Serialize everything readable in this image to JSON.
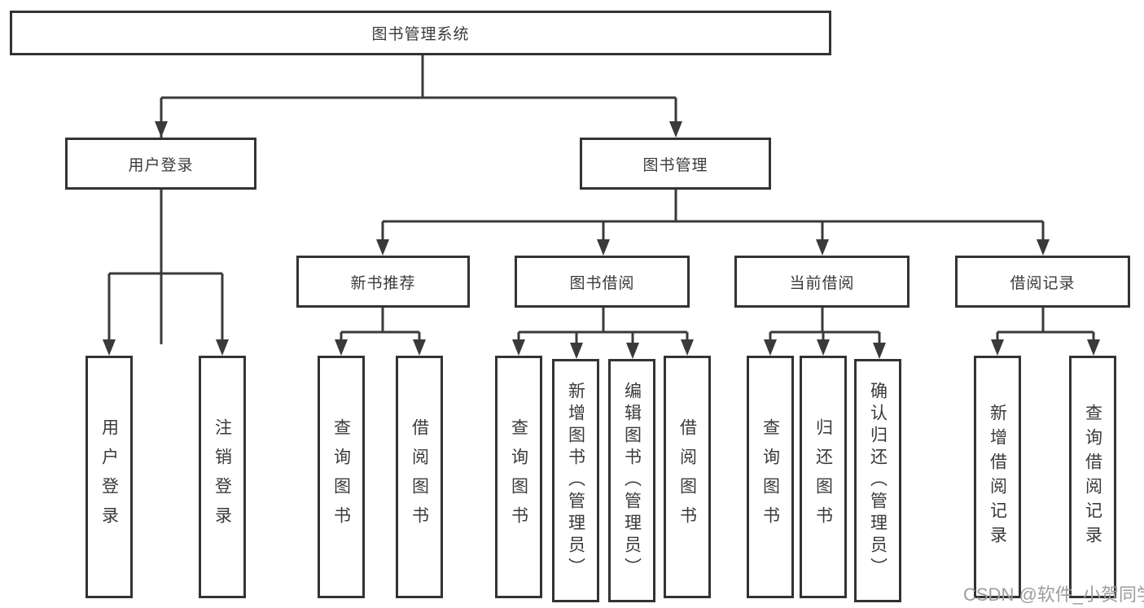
{
  "diagram": {
    "root_label": "图书管理系统",
    "branches": [
      {
        "label": "用户登录",
        "leaves": [
          "用户登录",
          "注销登录"
        ]
      },
      {
        "label": "图书管理",
        "sections": [
          {
            "label": "新书推荐",
            "leaves": [
              "查询图书",
              "借阅图书"
            ]
          },
          {
            "label": "图书借阅",
            "leaves": [
              "查询图书",
              "新增图书（管理员）",
              "编辑图书（管理员）",
              "借阅图书"
            ]
          },
          {
            "label": "当前借阅",
            "leaves": [
              "查询图书",
              "归还图书",
              "确认归还（管理员）"
            ]
          },
          {
            "label": "借阅记录",
            "leaves": [
              "新增借阅记录",
              "查询借阅记录"
            ]
          }
        ]
      }
    ],
    "colors": {
      "line": "#3a3a3a",
      "box_border": "#333333",
      "text": "#3a3a3a",
      "background": "#ffffff"
    }
  },
  "watermark": {
    "text": "CSDN @软件_小贺同学",
    "color": "#9d9d9d"
  }
}
